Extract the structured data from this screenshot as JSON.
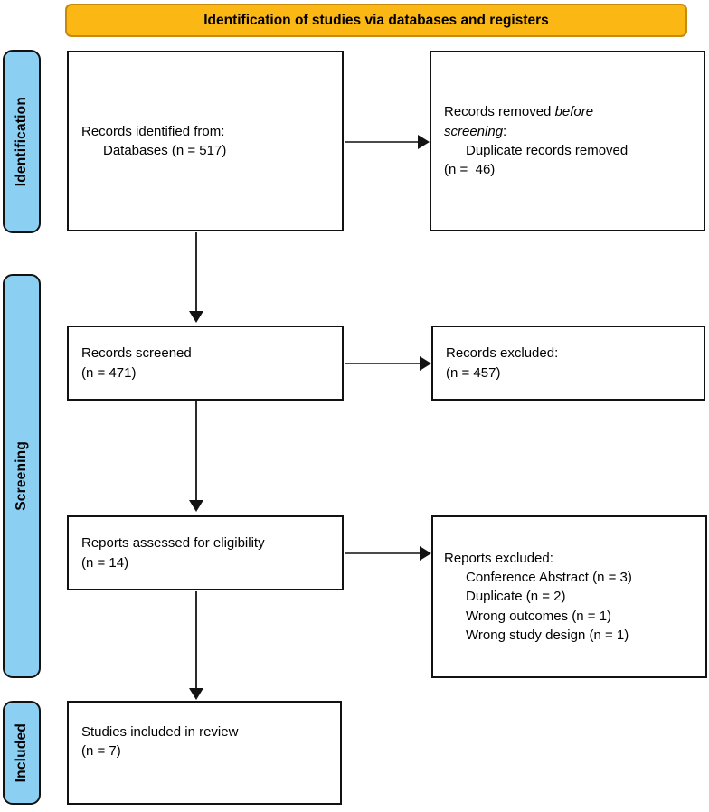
{
  "diagram": {
    "title": "Identification of studies via databases and registers",
    "phases": [
      {
        "id": "identification",
        "label": "Identification"
      },
      {
        "id": "screening",
        "label": "Screening"
      },
      {
        "id": "included",
        "label": "Included"
      }
    ],
    "boxes": {
      "records_identified": {
        "line1": "Records identified from:",
        "line2": "Databases (n = 517)"
      },
      "records_removed": {
        "line1_a": "Records removed ",
        "line1_em": "before",
        "line2_em": "screening",
        "line2_b": ":",
        "line3": "Duplicate records removed",
        "line4": "(n =  46)"
      },
      "records_screened": {
        "line1": "Records screened",
        "line2": "(n = 471)"
      },
      "records_excluded": {
        "line1": "Records excluded:",
        "line2": "(n = 457)"
      },
      "reports_assessed": {
        "line1": "Reports assessed for eligibility",
        "line2": "(n = 14)"
      },
      "reports_excluded": {
        "line1": "Reports excluded:",
        "item1": "Conference Abstract (n = 3)",
        "item2": "Duplicate (n = 2)",
        "item3": "Wrong outcomes (n = 1)",
        "item4": "Wrong study design (n = 1)"
      },
      "studies_included": {
        "line1": "Studies included in review",
        "line2": "(n = 7)"
      }
    },
    "colors": {
      "banner_fill": "#FBB714",
      "banner_border": "#C78A0B",
      "phase_fill": "#8BCFF2",
      "outline": "#121212",
      "background": "#FFFFFF"
    },
    "counts": {
      "databases": 517,
      "duplicates_removed": 46,
      "screened": 471,
      "records_excluded": 457,
      "reports_assessed": 14,
      "conference_abstract": 3,
      "duplicate": 2,
      "wrong_outcomes": 1,
      "wrong_study_design": 1,
      "included": 7
    }
  }
}
